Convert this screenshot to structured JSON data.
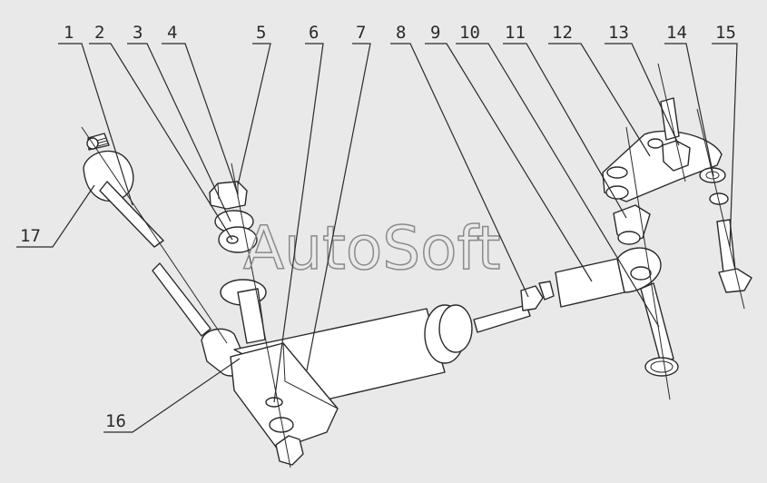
{
  "watermark": "AutoSoft",
  "labels": [
    "1",
    "2",
    "3",
    "4",
    "5",
    "6",
    "7",
    "8",
    "9",
    "10",
    "11",
    "12",
    "13",
    "14",
    "15",
    "16",
    "17"
  ]
}
